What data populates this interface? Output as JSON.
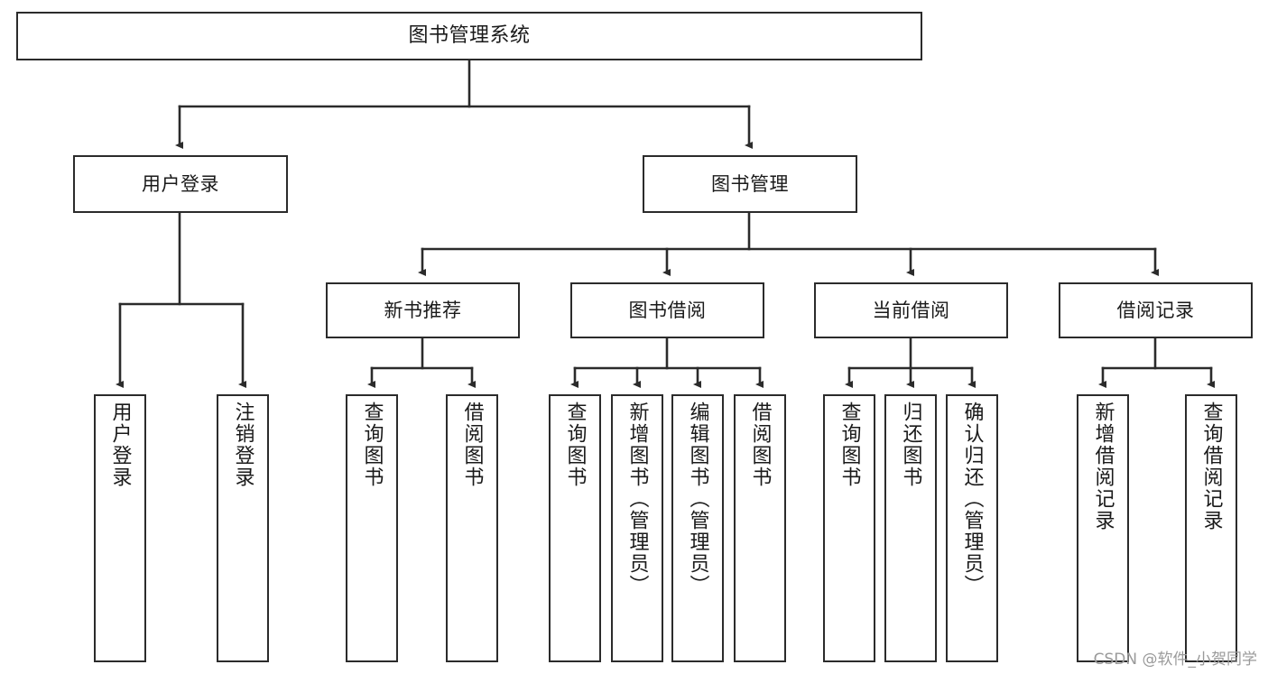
{
  "diagram": {
    "title": "图书管理系统",
    "type": "functional-structure-tree",
    "watermark": "CSDN @软件_小贺同学",
    "colors": {
      "stroke": "#2b2b2b",
      "fill": "#ffffff",
      "text": "#1a1a1a",
      "watermark": "#9a9a9a"
    },
    "root": {
      "label": "图书管理系统"
    },
    "level1": [
      {
        "label": "用户登录"
      },
      {
        "label": "图书管理"
      }
    ],
    "level2": [
      {
        "label": "新书推荐"
      },
      {
        "label": "图书借阅"
      },
      {
        "label": "当前借阅"
      },
      {
        "label": "借阅记录"
      }
    ],
    "leaves": {
      "user_login": [
        {
          "label": "用户登录"
        },
        {
          "label": "注销登录"
        }
      ],
      "new_book_recommend": [
        {
          "label": "查询图书"
        },
        {
          "label": "借阅图书"
        }
      ],
      "book_borrow": [
        {
          "label": "查询图书"
        },
        {
          "label": "新增图书（管理员）"
        },
        {
          "label": "编辑图书（管理员）"
        },
        {
          "label": "借阅图书"
        }
      ],
      "current_borrow": [
        {
          "label": "查询图书"
        },
        {
          "label": "归还图书"
        },
        {
          "label": "确认归还（管理员）"
        }
      ],
      "borrow_record": [
        {
          "label": "新增借阅记录"
        },
        {
          "label": "查询借阅记录"
        }
      ]
    }
  }
}
